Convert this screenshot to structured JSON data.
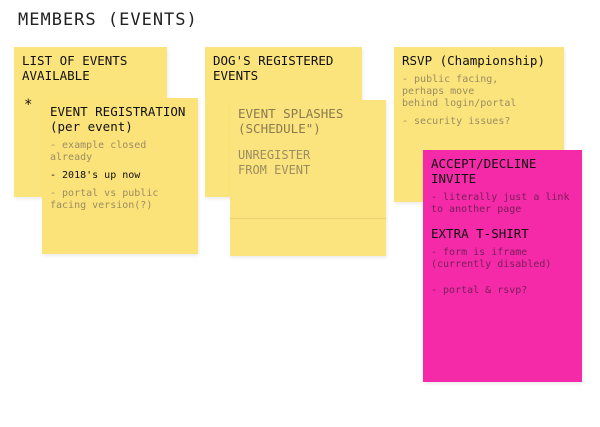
{
  "board": {
    "title": "MEMBERS (EVENTS)"
  },
  "notes": {
    "events_list": {
      "heading": "LIST OF EVENTS\nAVAILABLE",
      "bullet": "*"
    },
    "event_registration": {
      "heading": "EVENT REGISTRATION\n(per event)",
      "items": [
        "- example closed\n  already",
        "- 2018's up now",
        "- portal vs public\n  facing version(?)"
      ]
    },
    "dogs_registered": {
      "heading": "DOG'S REGISTERED\nEVENTS"
    },
    "event_splashes": {
      "heading": "EVENT SPLASHES\n(SCHEDULE\")",
      "items": [
        "UNREGISTER\nFROM EVENT"
      ]
    },
    "rsvp": {
      "heading": "RSVP (Championship)",
      "items": [
        "- public facing,\n  perhaps move\n  behind login/portal",
        "- security issues?"
      ]
    },
    "accept_decline": {
      "heading": "ACCEPT/DECLINE\nINVITE",
      "items": [
        "- literally just a link\n  to another page"
      ],
      "heading2": "EXTRA T-SHIRT",
      "items2": [
        "- form is iframe\n  (currently disabled)",
        "- portal & rsvp?"
      ]
    }
  },
  "colors": {
    "yellow_note": "#fbe47c",
    "pink_note": "#f42aa8",
    "background": "#ffffff"
  }
}
